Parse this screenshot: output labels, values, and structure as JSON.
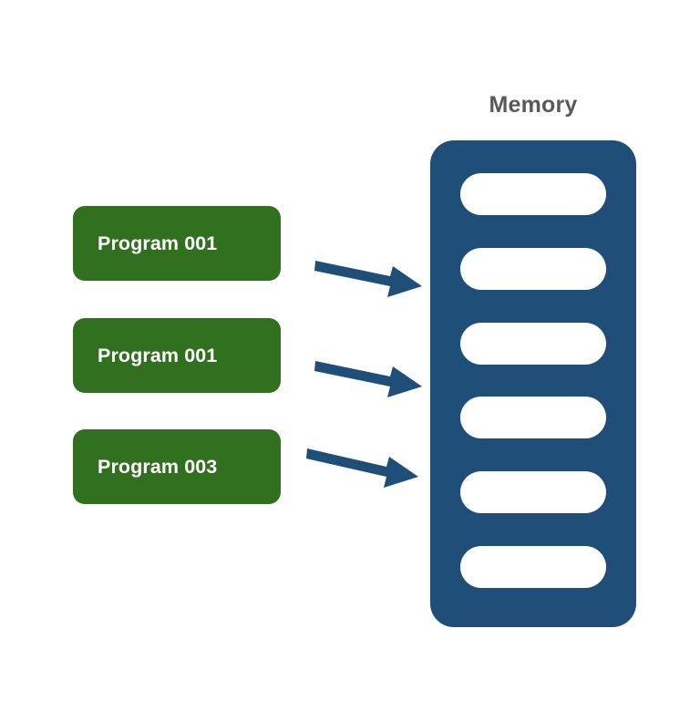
{
  "diagram": {
    "title": "Memory",
    "background_color": "#ffffff",
    "colors": {
      "program_box": "#31701e",
      "program_label": "#ffffff",
      "memory_container": "#1f4e79",
      "memory_slot": "#ffffff",
      "arrow": "#1f4e79",
      "title_text": "#595959"
    },
    "programs": [
      {
        "label": "Program 001"
      },
      {
        "label": "Program 001"
      },
      {
        "label": "Program 003"
      }
    ],
    "memory": {
      "label": "Memory",
      "slot_count": 6,
      "slots": [
        {
          "name": "memory-slot-1",
          "content": ""
        },
        {
          "name": "memory-slot-2",
          "content": ""
        },
        {
          "name": "memory-slot-3",
          "content": ""
        },
        {
          "name": "memory-slot-4",
          "content": ""
        },
        {
          "name": "memory-slot-5",
          "content": ""
        },
        {
          "name": "memory-slot-6",
          "content": ""
        }
      ]
    },
    "arrows": [
      {
        "name": "arrow-program-1-to-memory",
        "from": "Program 001",
        "to": "Memory"
      },
      {
        "name": "arrow-program-2-to-memory",
        "from": "Program 001",
        "to": "Memory"
      },
      {
        "name": "arrow-program-3-to-memory",
        "from": "Program 003",
        "to": "Memory"
      }
    ]
  }
}
